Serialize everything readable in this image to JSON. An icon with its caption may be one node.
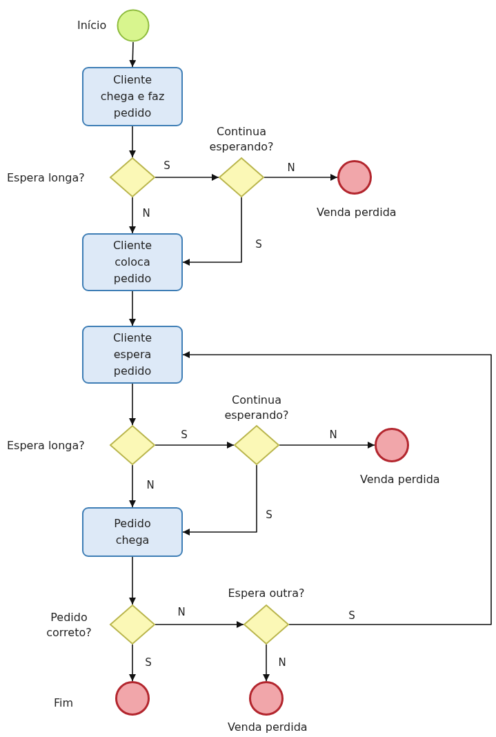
{
  "diagram": {
    "nodes": [
      {
        "text": [],
        "shape": "circle",
        "beside": [
          "Início"
        ]
      },
      {
        "text": [
          "Cliente chega e faz pedido"
        ]
      },
      {
        "text": [],
        "shape": "diamond",
        "beside": [
          "Espera longa?"
        ]
      },
      {
        "text": [],
        "shape": "diamond",
        "beside": [
          "Continua esperando?"
        ]
      },
      {
        "text": [],
        "shape": "circle",
        "beside": [
          "Venda perdida"
        ]
      },
      {
        "text": [
          "Cliente coloca pedido"
        ]
      },
      {
        "text": [
          "Cliente espera pedido"
        ]
      },
      {
        "text": [],
        "shape": "diamond",
        "beside": [
          "Espera longa?"
        ]
      },
      {
        "text": [],
        "shape": "diamond",
        "beside": [
          "Continua esperando?"
        ]
      },
      {
        "text": [],
        "shape": "circle",
        "beside": [
          "Venda perdida"
        ]
      },
      {
        "text": [
          "Pedido chega"
        ]
      },
      {
        "text": [],
        "shape": "diamond",
        "beside": [
          "Pedido correto?"
        ]
      },
      {
        "text": [],
        "shape": "diamond",
        "beside": [
          "Espera outra?"
        ]
      },
      {
        "text": [],
        "shape": "circle",
        "beside": [
          "Fim"
        ]
      },
      {
        "text": [],
        "shape": "circle",
        "beside": [
          "Venda perdida"
        ]
      }
    ],
    "edges": [
      {
        "from": 0,
        "to": 1,
        "arrow": "to"
      },
      {
        "from": 1,
        "to": 2,
        "arrow": "to"
      },
      {
        "from": 2,
        "to": 3,
        "arrow": "to",
        "label": "S"
      },
      {
        "from": 3,
        "to": 4,
        "arrow": "to",
        "label": "N"
      },
      {
        "from": 2,
        "to": 5,
        "arrow": "to",
        "label": "N"
      },
      {
        "from": 3,
        "to": 5,
        "arrow": "to",
        "label": "S"
      },
      {
        "from": 5,
        "to": 6,
        "arrow": "to"
      },
      {
        "from": 6,
        "to": 7,
        "arrow": "to"
      },
      {
        "from": 7,
        "to": 8,
        "arrow": "to",
        "label": "S"
      },
      {
        "from": 8,
        "to": 9,
        "arrow": "to",
        "label": "N"
      },
      {
        "from": 7,
        "to": 10,
        "arrow": "to",
        "label": "N"
      },
      {
        "from": 8,
        "to": 10,
        "arrow": "to",
        "label": "S"
      },
      {
        "from": 10,
        "to": 11,
        "arrow": "to"
      },
      {
        "from": 11,
        "to": 12,
        "arrow": "to",
        "label": "N"
      },
      {
        "from": 12,
        "to": 6,
        "arrow": "to",
        "label": "S"
      },
      {
        "from": 11,
        "to": 13,
        "arrow": "to",
        "label": "S"
      },
      {
        "from": 12,
        "to": 14,
        "arrow": "to",
        "label": "N"
      }
    ]
  }
}
